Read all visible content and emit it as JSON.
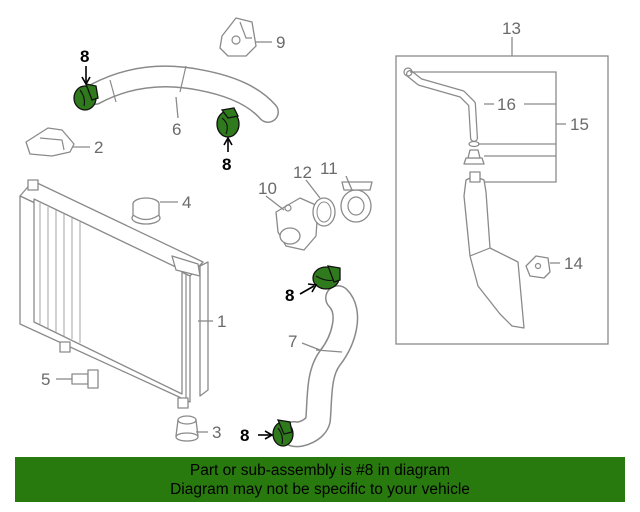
{
  "callouts": {
    "c1": "1",
    "c2": "2",
    "c3": "3",
    "c4": "4",
    "c5": "5",
    "c6": "6",
    "c7": "7",
    "c8": "8",
    "c9": "9",
    "c10": "10",
    "c11": "11",
    "c12": "12",
    "c13": "13",
    "c14": "14",
    "c15": "15",
    "c16": "16"
  },
  "highlight_part": "8",
  "colors": {
    "highlight": "#2f7a1c",
    "banner": "#287a0f",
    "line": "#8a8a8a"
  },
  "footer": {
    "line1": "Part or sub-assembly is #8 in diagram",
    "line2": "Diagram may not be specific to your vehicle"
  }
}
